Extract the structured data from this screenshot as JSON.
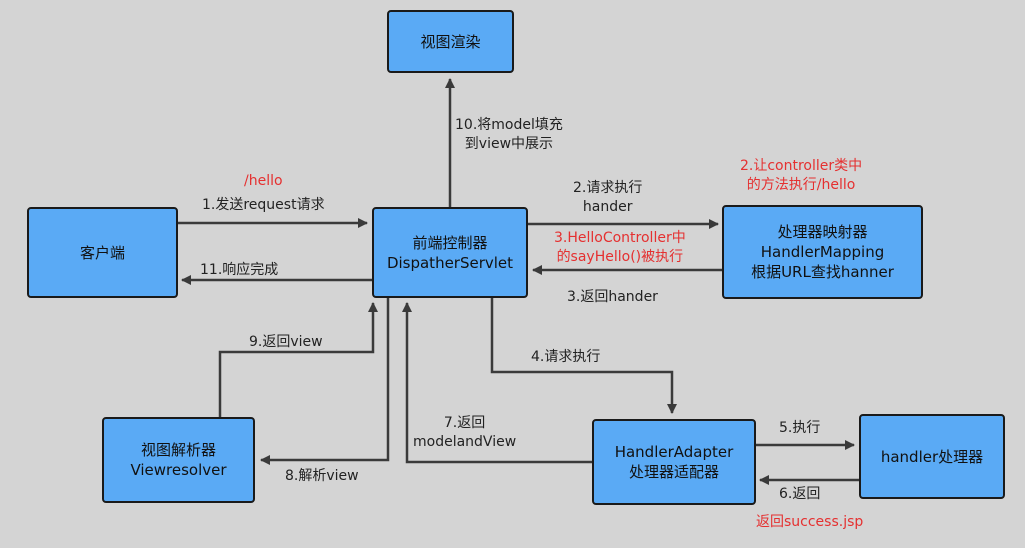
{
  "colors": {
    "background": "#d4d4d4",
    "node_fill": "#5aaaf5",
    "node_border": "#1a1a1a",
    "arrow": "#3a3a3a",
    "highlight_text": "#e53030"
  },
  "nodes": {
    "view_render": {
      "lines": [
        "视图渲染"
      ]
    },
    "client": {
      "lines": [
        "客户端"
      ]
    },
    "dispatcher": {
      "lines": [
        "前端控制器",
        "DispatherServlet"
      ]
    },
    "handler_mapping": {
      "lines": [
        "处理器映射器",
        "HandlerMapping",
        "根据URL查找hanner"
      ]
    },
    "view_resolver": {
      "lines": [
        "视图解析器",
        "Viewresolver"
      ]
    },
    "handler_adapter": {
      "lines": [
        "HandlerAdapter",
        "处理器适配器"
      ]
    },
    "handler": {
      "lines": [
        "handler处理器"
      ]
    }
  },
  "edges": {
    "e1": {
      "lines": [
        "1.发送request请求"
      ]
    },
    "e1_note": {
      "lines": [
        "/hello"
      ]
    },
    "e2": {
      "lines": [
        "2.请求执行",
        "hander"
      ]
    },
    "e2_note": {
      "lines": [
        "2.让controller类中",
        "的方法执行/hello"
      ]
    },
    "e3": {
      "lines": [
        "3.返回hander"
      ]
    },
    "e3_note": {
      "lines": [
        "3.HelloController中",
        "的sayHello()被执行"
      ]
    },
    "e4": {
      "lines": [
        "4.请求执行"
      ]
    },
    "e5": {
      "lines": [
        "5.执行"
      ]
    },
    "e6": {
      "lines": [
        "6.返回"
      ]
    },
    "e6_note": {
      "lines": [
        "返回success.jsp"
      ]
    },
    "e7": {
      "lines": [
        "7.返回",
        "modelandView"
      ]
    },
    "e8": {
      "lines": [
        "8.解析view"
      ]
    },
    "e9": {
      "lines": [
        "9.返回view"
      ]
    },
    "e10": {
      "lines": [
        "10.将model填充",
        "到view中展示"
      ]
    },
    "e11": {
      "lines": [
        "11.响应完成"
      ]
    }
  }
}
